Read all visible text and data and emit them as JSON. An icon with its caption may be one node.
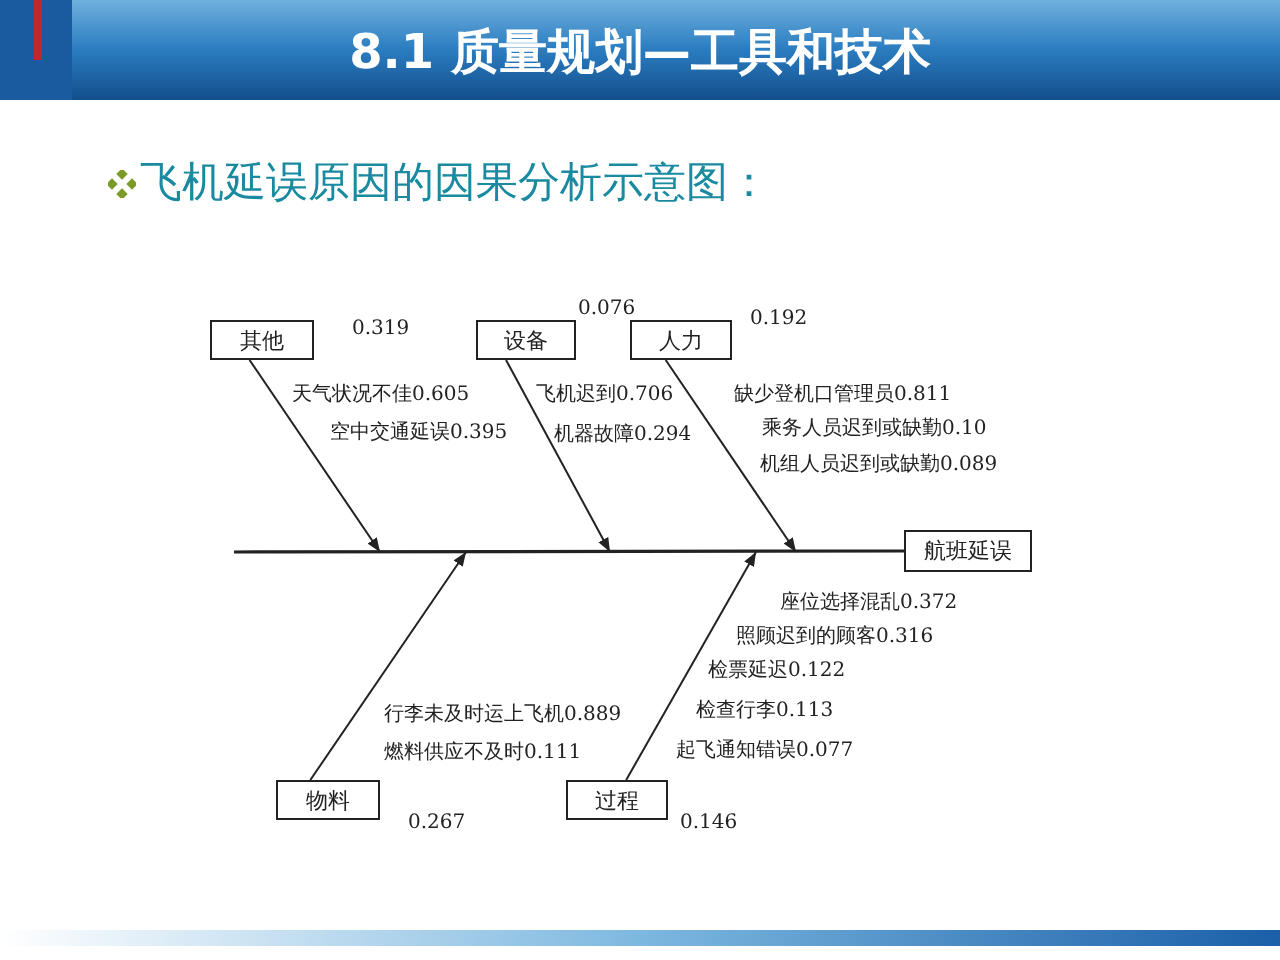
{
  "diagram": {
    "title": "8.1 质量规划—工具和技术",
    "nodes": [
      {
        "text": [
          "其他"
        ],
        "beside": [
          "0.319"
        ]
      },
      {
        "text": [
          "设备"
        ],
        "beside": [
          "0.076"
        ]
      },
      {
        "text": [
          "人力"
        ],
        "beside": [
          "0.192"
        ]
      },
      {
        "text": [
          "航班延误"
        ]
      },
      {
        "text": [
          "物料"
        ],
        "beside": [
          "0.267"
        ]
      },
      {
        "text": [
          "过程"
        ],
        "beside": [
          "0.146"
        ]
      }
    ],
    "edges": [
      {
        "from": null,
        "to": 3,
        "arrow": "none"
      },
      {
        "from": 0,
        "to": null,
        "arrow": "to"
      },
      {
        "from": 1,
        "to": null,
        "arrow": "to"
      },
      {
        "from": 2,
        "to": null,
        "arrow": "to"
      },
      {
        "from": 4,
        "to": null,
        "arrow": "to"
      },
      {
        "from": 5,
        "to": null,
        "arrow": "to"
      }
    ],
    "labels": [
      "飞机延误原因的因果分析示意图：",
      "天气状况不佳0.605",
      "空中交通延误0.395",
      "飞机迟到0.706",
      "机器故障0.294",
      "缺少登机口管理员0.811",
      "乘务人员迟到或缺勤0.10",
      "机组人员迟到或缺勤0.089",
      "座位选择混乱0.372",
      "照顾迟到的顾客0.316",
      "检票延迟0.122",
      "检查行李0.113",
      "起飞通知错误0.077",
      "行李未及时运上飞机0.889",
      "燃料供应不及时0.111"
    ]
  }
}
